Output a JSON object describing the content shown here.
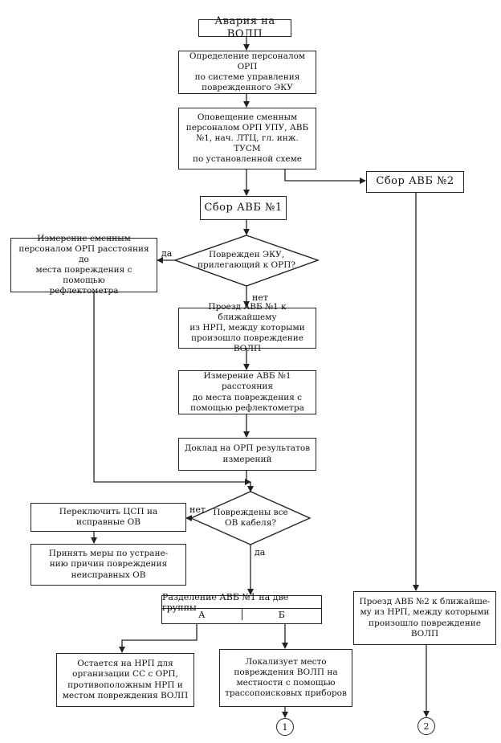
{
  "nodes": {
    "start": "Авария на ВОЛП",
    "determine": "Определение персоналом ОРП\nпо системе управления\nповрежденного ЭКУ",
    "notify": "Оповещение сменным\nперсоналом ОРП УПУ, АВБ\n№1, нач. ЛТЦ, гл. инж. ТУСМ\nпо установленной схеме",
    "collect1": "Сбор АВБ №1",
    "collect2": "Сбор АВБ №2",
    "decision1": "Поврежден ЭКУ,\nприлегающий к ОРП?",
    "measure_orp": "Измерение сменным\nперсоналом ОРП расстояния до\nместа повреждения с помощью\nрефлектометра",
    "travel1": "Проезд АВБ №1 к ближайшему\nиз НРП, между которыми\nпроизошло повреждение ВОЛП",
    "measure_avb": "Измерение АВБ №1 расстояния\nдо места повреждения с\nпомощью рефлектометра",
    "report": "Доклад на ОРП  результатов\nизмерений",
    "decision2": "Повреждены все\nОВ кабеля?",
    "switch": "Переключить ЦСП на\nисправные ОВ",
    "measures": "Принять меры по устране-\nнию причин повреждения\nнеисправных ОВ",
    "split_title": "Разделение АВБ №1 на две группы",
    "split_a": "А",
    "split_b": "Б",
    "remains": "Остается на НРП для\nорганизации СС с ОРП,\nпротивоположным НРП и\nместом повреждения ВОЛП",
    "localize": "Локализует место\nповреждения ВОЛП на\nместности с помощью\nтрассопоисковых приборов",
    "travel2": "Проезд АВБ №2 к ближайше-\nму из НРП, между которыми\nпроизошло повреждение ВОЛП"
  },
  "labels": {
    "yes1": "да",
    "no1": "нет",
    "no2": "нет",
    "yes2": "да"
  },
  "connectors": {
    "c1": "1",
    "c2": "2"
  }
}
